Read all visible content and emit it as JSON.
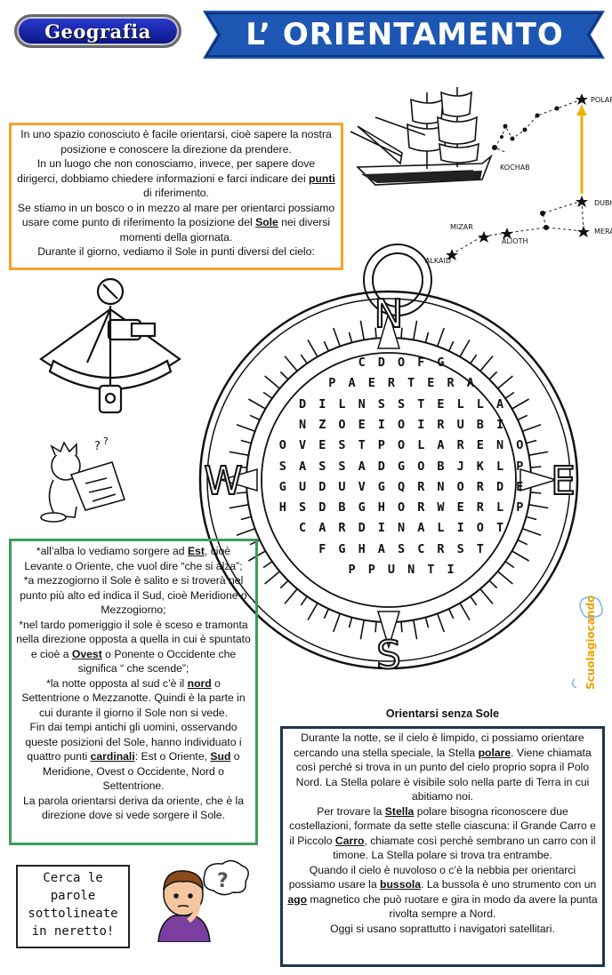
{
  "header": {
    "subject": "Geografia",
    "title": "L’ ORIENTAMENTO"
  },
  "intro": [
    {
      "t": "In uno spazio conosciuto è facile orientarsi, cioè sapere la nostra posizione e conoscere la direzione da prendere."
    },
    {
      "t": "In un luogo che non conosciamo, invece, per sapere dove dirigerci, dobbiamo chiedere informazioni e farci indicare dei ",
      "k": "punti",
      "a": " di riferimento."
    },
    {
      "t": "Se stiamo in un bosco o in mezzo al mare per orientarci possiamo usare come punto di riferimento la posizione del ",
      "k": "Sole",
      "a": " nei diversi momenti della giornata."
    },
    {
      "t": "Durante il giorno, vediamo il Sole in punti diversi del cielo:"
    }
  ],
  "sun_text": [
    {
      "t": "*all’alba lo vediamo sorgere ad ",
      "k": "Est",
      "a": ", cioè Levante o Oriente, che vuol dire “che si alza”;"
    },
    {
      "t": "*a mezzogiorno il Sole è salito e si troverà nel punto più alto ed indica il Sud, cioè Meridione o Mezzogiorno;"
    },
    {
      "t": "*nel tardo pomeriggio il sole è sceso e tramonta nella direzione opposta a quella in cui è spuntato e cioè a ",
      "k": "Ovest",
      "a": " o Ponente o Occidente che significa “ che scende”;"
    },
    {
      "t": "*la notte opposta al sud c’è il ",
      "k": "nord",
      "a": " o Settentrione o Mezzanotte. Quindi è la parte in cui durante il giorno il Sole non si vede."
    },
    {
      "t": "Fin dai tempi antichi gli uomini, osservando queste posizioni del Sole, hanno individuato i quattro punti ",
      "k": "cardinali",
      "a": ": Est o Oriente, ",
      "k2": "Sud",
      "a2": " o Meridione, Ovest o Occidente, Nord o Settentrione."
    },
    {
      "t": "La parola orientarsi deriva da oriente, che è la direzione dove si vede sorgere il Sole."
    }
  ],
  "night_title": "Orientarsi senza Sole",
  "night_text": [
    {
      "t": "Durante la notte, se il cielo è limpido, ci possiamo orientare cercando una stella speciale, la Stella ",
      "k": "polare",
      "a": ". Viene chiamata così perché si trova in un punto del cielo proprio sopra il Polo Nord. La Stella polare è visibile solo nella parte di Terra in cui abitiamo noi."
    },
    {
      "t": "Per trovare la ",
      "k": "Stella",
      "a": " polare bisogna riconoscere due costellazioni, formate da sette stelle ciascuna: il Grande Carro e il Piccolo ",
      "k2": "Carro",
      "a2": ", chiamate così perchè sembrano un carro con il timone. La Stella polare si trova tra entrambe."
    },
    {
      "t": "Quando il cielo è nuvoloso o c’è la nebbia per orientarci possiamo usare la ",
      "k": "bussola",
      "a": ". La bussola è uno strumento con un ",
      "k2": "ago",
      "a2": " magnetico che può ruotare e gira in modo da avere la punta rivolta sempre a Nord."
    },
    {
      "t": "Oggi si usano soprattutto i navigatori satellitari."
    }
  ],
  "hint": "Cerca le parole sottolineate in neretto!",
  "compass": {
    "n": "N",
    "s": "S",
    "e": "E",
    "w": "W"
  },
  "stars": {
    "polar": "POLAR",
    "kochab": "KOCHAB",
    "mizar": "MIZAR",
    "alioth": "ALIOTH",
    "alkaid": "ALKAID",
    "dubhe": "DUBHE",
    "merak": "MERAK"
  },
  "wordsearch": [
    "CDOFG",
    "PAERTERA",
    "DILNSSTELLA",
    "NZOEIOIRUBI",
    "OVESTPOLARENO",
    "SASSADGOBJKLP",
    "GUDUVGQRNORDE",
    "HSDBGHORWERLP",
    "CARDINALIOT",
    "FGHASCRST",
    "PPUNTI"
  ],
  "watermark": "Scuolagiocando"
}
